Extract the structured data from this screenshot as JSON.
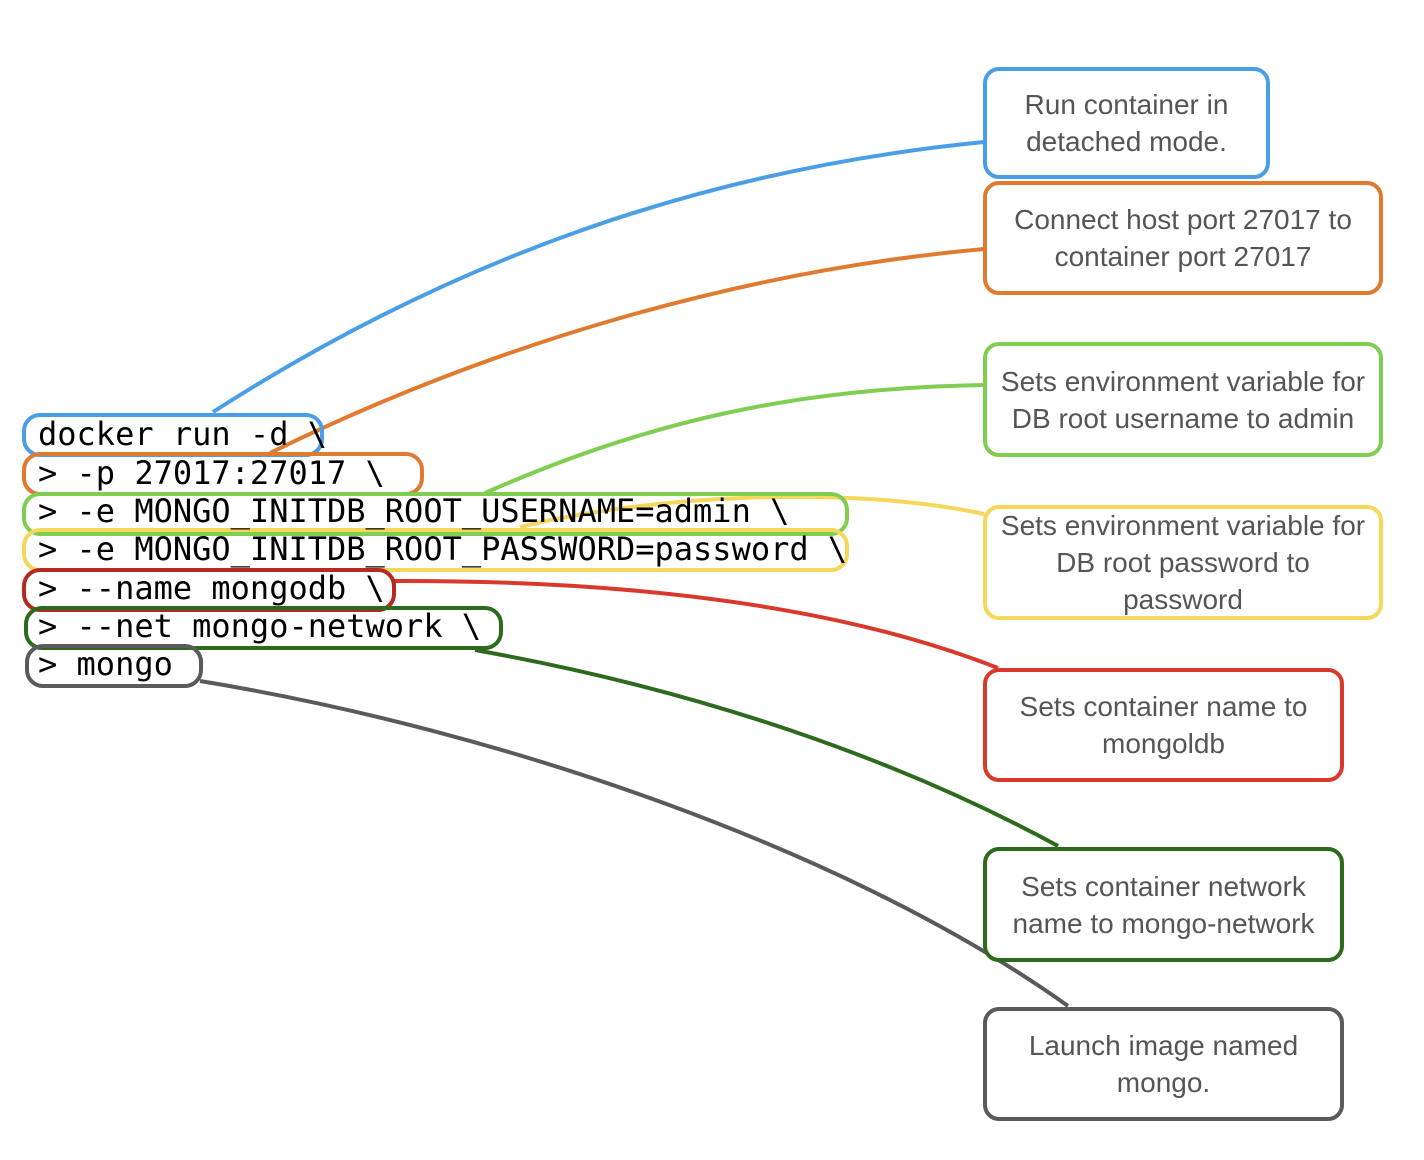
{
  "command_lines": [
    {
      "text": "docker run -d \\",
      "color": "#4a9ee6"
    },
    {
      "text": "> -p 27017:27017 \\",
      "color": "#e07a2e"
    },
    {
      "text": "> -e MONGO_INITDB_ROOT_USERNAME=admin \\",
      "color": "#7fce52"
    },
    {
      "text": "> -e MONGO_INITDB_ROOT_PASSWORD=password \\",
      "color": "#f5d75a"
    },
    {
      "text": "> --name mongodb \\",
      "color": "#b32a1e"
    },
    {
      "text": "> --net mongo-network \\",
      "color": "#2d6a1e"
    },
    {
      "text": "> mongo",
      "color": "#5a5a5a"
    }
  ],
  "annotations": [
    {
      "text": "Run container in detached mode.",
      "color": "#4a9ee6"
    },
    {
      "text": "Connect host port 27017 to container port 27017",
      "color": "#e07a2e"
    },
    {
      "text": "Sets environment variable for DB root username to admin",
      "color": "#7fce52"
    },
    {
      "text": "Sets environment variable for DB root password to password",
      "color": "#f5d75a"
    },
    {
      "text": "Sets container name to mongoldb",
      "color": "#d8392b"
    },
    {
      "text": "Sets container network name to mongo-network",
      "color": "#2d6a1e"
    },
    {
      "text": "Launch image named mongo.",
      "color": "#5a5a5a"
    }
  ]
}
